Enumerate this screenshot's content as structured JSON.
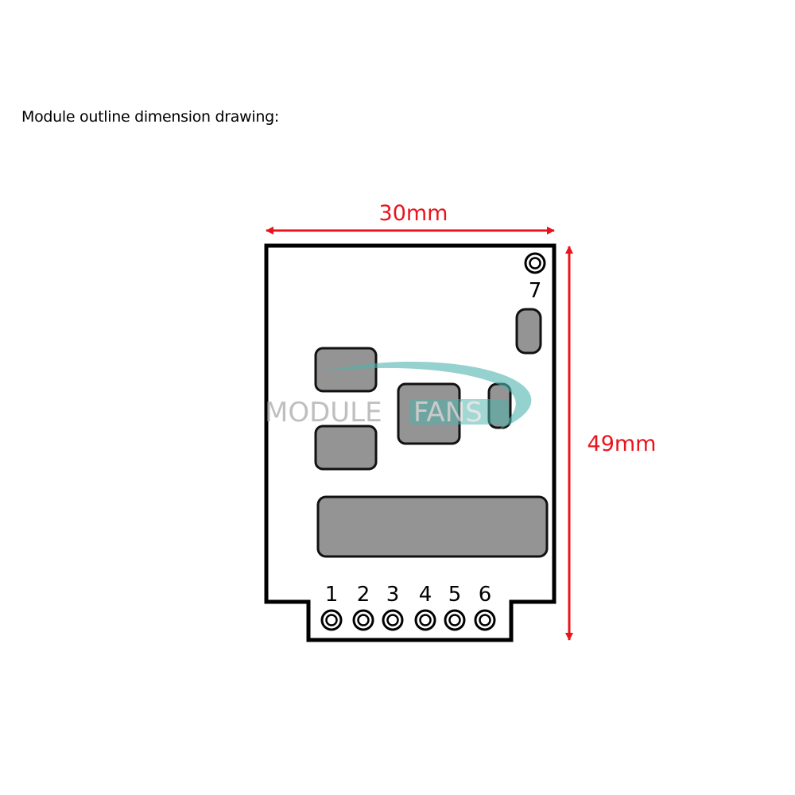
{
  "caption": "Module outline dimension drawing:",
  "dimensions": {
    "width_label": "30mm",
    "height_label": "49mm"
  },
  "pins": [
    "1",
    "2",
    "3",
    "4",
    "5",
    "6"
  ],
  "pin7_label": "7",
  "watermark": {
    "left": "MODULE",
    "right": "FANS"
  },
  "colors": {
    "dimension": "#e8141c",
    "component": "#949494",
    "outline": "#000000",
    "watermark_accent": "#4fb3ad"
  }
}
